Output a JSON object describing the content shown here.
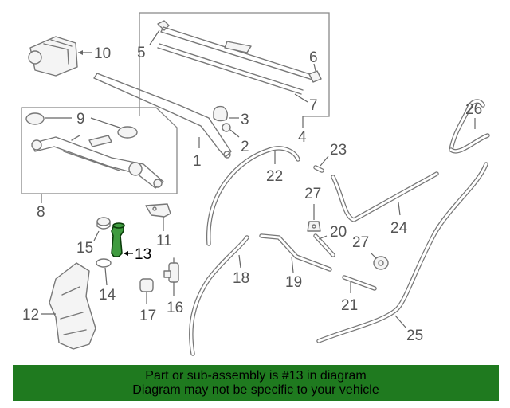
{
  "diagram": {
    "callouts": [
      "1",
      "2",
      "3",
      "4",
      "5",
      "6",
      "7",
      "8",
      "9",
      "10",
      "11",
      "12",
      "13",
      "14",
      "15",
      "16",
      "17",
      "18",
      "19",
      "20",
      "21",
      "22",
      "23",
      "24",
      "25",
      "26",
      "27",
      "27"
    ],
    "highlight_color": "#2e7d32"
  },
  "banner": {
    "line1": "Part or sub-assembly is #13 in diagram",
    "line2": "Diagram may not be specific to your vehicle",
    "background": "#1f7a1f"
  }
}
